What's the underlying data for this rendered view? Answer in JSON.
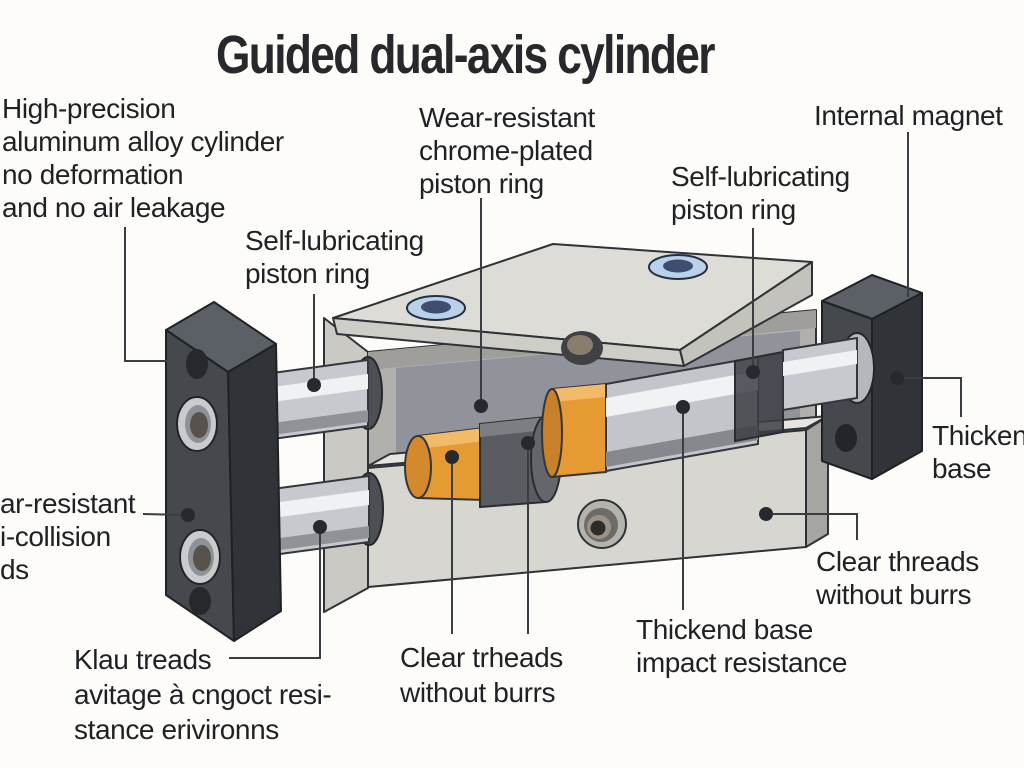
{
  "title": "Guided dual-axis cylinder",
  "labels": {
    "high_precision": {
      "lines": [
        "High-precision",
        "aluminum alloy cylinder",
        "no deformation",
        "and no air leakage"
      ]
    },
    "wear_resistant": {
      "lines": [
        "Wear-resistant",
        "chrome-plated",
        "piston ring"
      ]
    },
    "internal_magnet": {
      "lines": [
        "Internal magnet"
      ]
    },
    "self_lubricating_right": {
      "lines": [
        "Self-lubricating",
        "piston ring"
      ]
    },
    "self_lubricating_left": {
      "lines": [
        "Self-lubricating",
        "piston ring"
      ]
    },
    "anti_collision_cutoff": {
      "lines": [
        "ar-resistant",
        "i-collision",
        "ds"
      ]
    },
    "klau_treads": {
      "lines": [
        "Klau treads",
        "avitage à cngoct resi-",
        "stance erivironns"
      ]
    },
    "clear_trheads_bottom": {
      "lines": [
        "Clear trheads",
        "without burrs"
      ]
    },
    "thickend_base": {
      "lines": [
        "Thickend base",
        "impact resistance"
      ]
    },
    "clear_threads_right": {
      "lines": [
        "Clear threads",
        "without burrs"
      ]
    },
    "thicken_base": {
      "lines": [
        "Thicken",
        "base"
      ]
    }
  },
  "colors": {
    "background": "#fdfcf8",
    "text": "#1e2125",
    "leader_line": "#3a3d41",
    "body_light": "#d8d6d1",
    "body_top": "#dedcd7",
    "plate_dark_front": "#45494e",
    "plate_dark_side": "#303337",
    "plate_dark_top": "#5b6066",
    "bolt_hole_blue": "#b9d1ea",
    "bolt_hole_core": "#3d4e6e",
    "piston_orange": "#e59a33",
    "rod_chrome": "#c6c9cd"
  }
}
